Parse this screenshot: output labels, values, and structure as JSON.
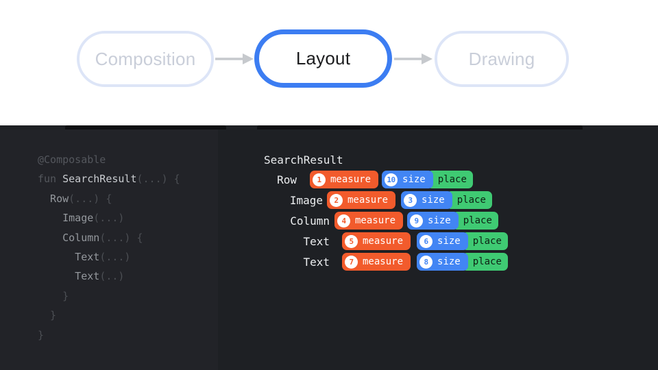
{
  "phases": {
    "items": [
      {
        "label": "Composition",
        "state": "inactive"
      },
      {
        "label": "Layout",
        "state": "active"
      },
      {
        "label": "Drawing",
        "state": "inactive"
      }
    ]
  },
  "colors": {
    "active_border": "#3c7df2",
    "inactive_border": "#dde5f7",
    "measure": "#f25b2c",
    "size": "#4285f4",
    "place": "#3fca73",
    "dark_bg": "#1e2024"
  },
  "code": {
    "lines": [
      [
        {
          "t": "@Composable",
          "s": "ann"
        }
      ],
      [
        {
          "t": "fun ",
          "s": "kw"
        },
        {
          "t": "SearchResult",
          "s": "bright"
        },
        {
          "t": "(...) {",
          "s": "punct"
        }
      ],
      [
        {
          "t": "  Row",
          "s": "name"
        },
        {
          "t": "(...) {",
          "s": "punct"
        }
      ],
      [
        {
          "t": "    Image",
          "s": "name"
        },
        {
          "t": "(...)",
          "s": "punct"
        }
      ],
      [
        {
          "t": "    Column",
          "s": "name"
        },
        {
          "t": "(...) {",
          "s": "punct"
        }
      ],
      [
        {
          "t": "      Text",
          "s": "name"
        },
        {
          "t": "(...)",
          "s": "punct"
        }
      ],
      [
        {
          "t": "      Text",
          "s": "name"
        },
        {
          "t": "(..)",
          "s": "punct"
        }
      ],
      [
        {
          "t": "    }",
          "s": "punct"
        }
      ],
      [
        {
          "t": "  }",
          "s": "punct"
        }
      ],
      [
        {
          "t": "}",
          "s": "punct"
        }
      ]
    ]
  },
  "tree": {
    "title": "SearchResult",
    "labels": {
      "measure": "measure",
      "size": "size",
      "place": "place"
    },
    "rows": [
      {
        "label": "Row",
        "measure_num": "1",
        "size_num": "10"
      },
      {
        "label": "Image",
        "measure_num": "2",
        "size_num": "3"
      },
      {
        "label": "Column",
        "measure_num": "4",
        "size_num": "9"
      },
      {
        "label": "Text",
        "measure_num": "5",
        "size_num": "6"
      },
      {
        "label": "Text",
        "measure_num": "7",
        "size_num": "8"
      }
    ]
  }
}
